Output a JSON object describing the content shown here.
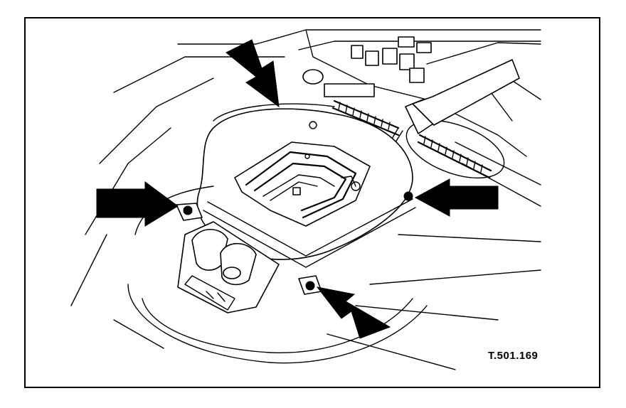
{
  "figure": {
    "reference_code": "T.501.169"
  },
  "callouts": [
    {
      "id": "arrow-top",
      "points_to": "console-cover-top"
    },
    {
      "id": "arrow-left",
      "points_to": "fixing-screw-left"
    },
    {
      "id": "arrow-right",
      "points_to": "fixing-screw-right"
    },
    {
      "id": "arrow-bottom",
      "points_to": "fixing-screw-bottom"
    }
  ],
  "colors": {
    "line": "#000000",
    "background": "#ffffff"
  }
}
